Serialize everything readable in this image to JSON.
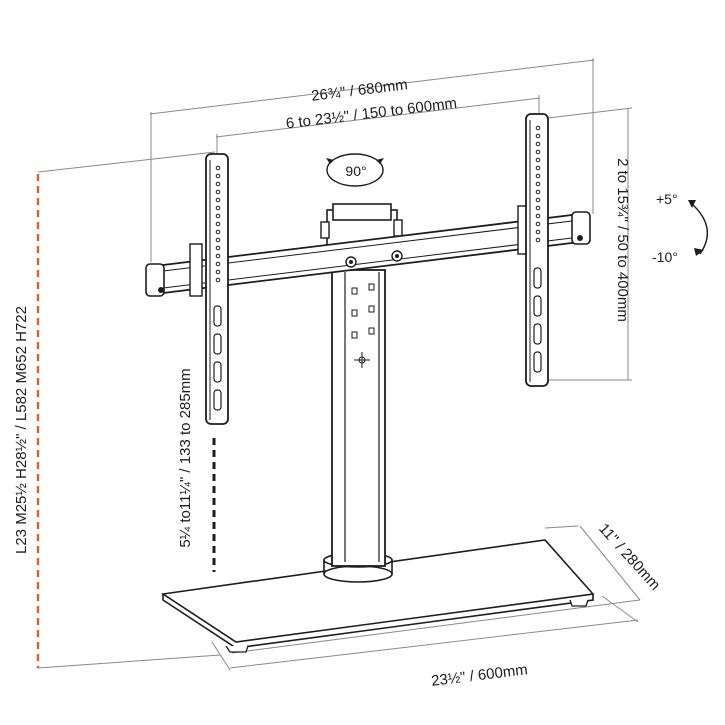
{
  "dimensions": {
    "overall_width": "26¾\" / 680mm",
    "vesa_width": "6 to 23½\" / 150 to 600mm",
    "vesa_height": "2 to 15¾\" / 50 to 400mm",
    "pillar_height": "L23 M25½ H28½\" / L582 M652 H722",
    "arm_adjust": "5¼ to11¼\" / 133 to 285mm",
    "base_width": "23½\" / 600mm",
    "base_depth": "11\" / 280mm"
  },
  "rotation": {
    "swivel": "90°",
    "tilt_up": "+5°",
    "tilt_down": "-10°"
  },
  "colors": {
    "line": "#1d1d1b",
    "dim_line": "#888888",
    "accent": "#d9622b"
  }
}
